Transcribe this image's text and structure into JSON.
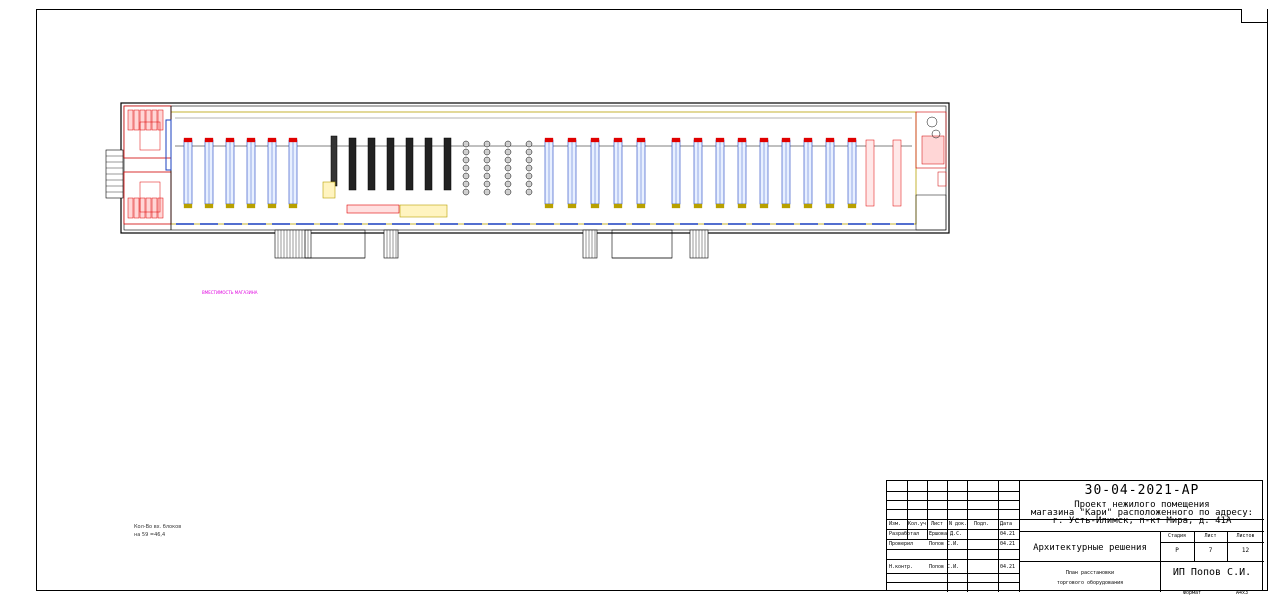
{
  "drawing": {
    "capacity_label": "ВМЕСТИМОСТЬ МАГАЗИНА",
    "note_line1": "Кол-Во вх. блоков",
    "note_line2": "на 59 =46,4"
  },
  "title_block": {
    "doc_code": "30-04-2021-АР",
    "project_line1": "Проект нежилого помещения",
    "project_line2": "магазина \"Кари\" расположенного по адресу:",
    "project_line3": "г. Усть-Илимск, п-кт Мира, д. 41А",
    "headers": {
      "izm": "Изм.",
      "kol_uch": "Кол.уч",
      "list": "Лист",
      "ndok": "N док.",
      "podp": "Подп.",
      "data": "Дата"
    },
    "rows": {
      "developed_role": "Разработал",
      "developed_name": "Ершова Д.С.",
      "developed_date": "04.21",
      "checked_role": "Проверил",
      "checked_name": "Попов С.И.",
      "checked_date": "04.21",
      "nkontr_role": "Н.контр.",
      "nkontr_name": "Попов С.И.",
      "nkontr_date": "04.21"
    },
    "section": "Архитектурные решения",
    "stage_header": "Стадия",
    "sheet_header": "Лист",
    "sheets_header": "Листов",
    "stage_value": "Р",
    "sheet_value": "7",
    "sheets_value": "12",
    "sheet_title_line1": "План расстановки",
    "sheet_title_line2": "торгового оборудования",
    "company": "ИП Попов С.И.",
    "format_label": "Формат",
    "format_value": "А4х3"
  }
}
